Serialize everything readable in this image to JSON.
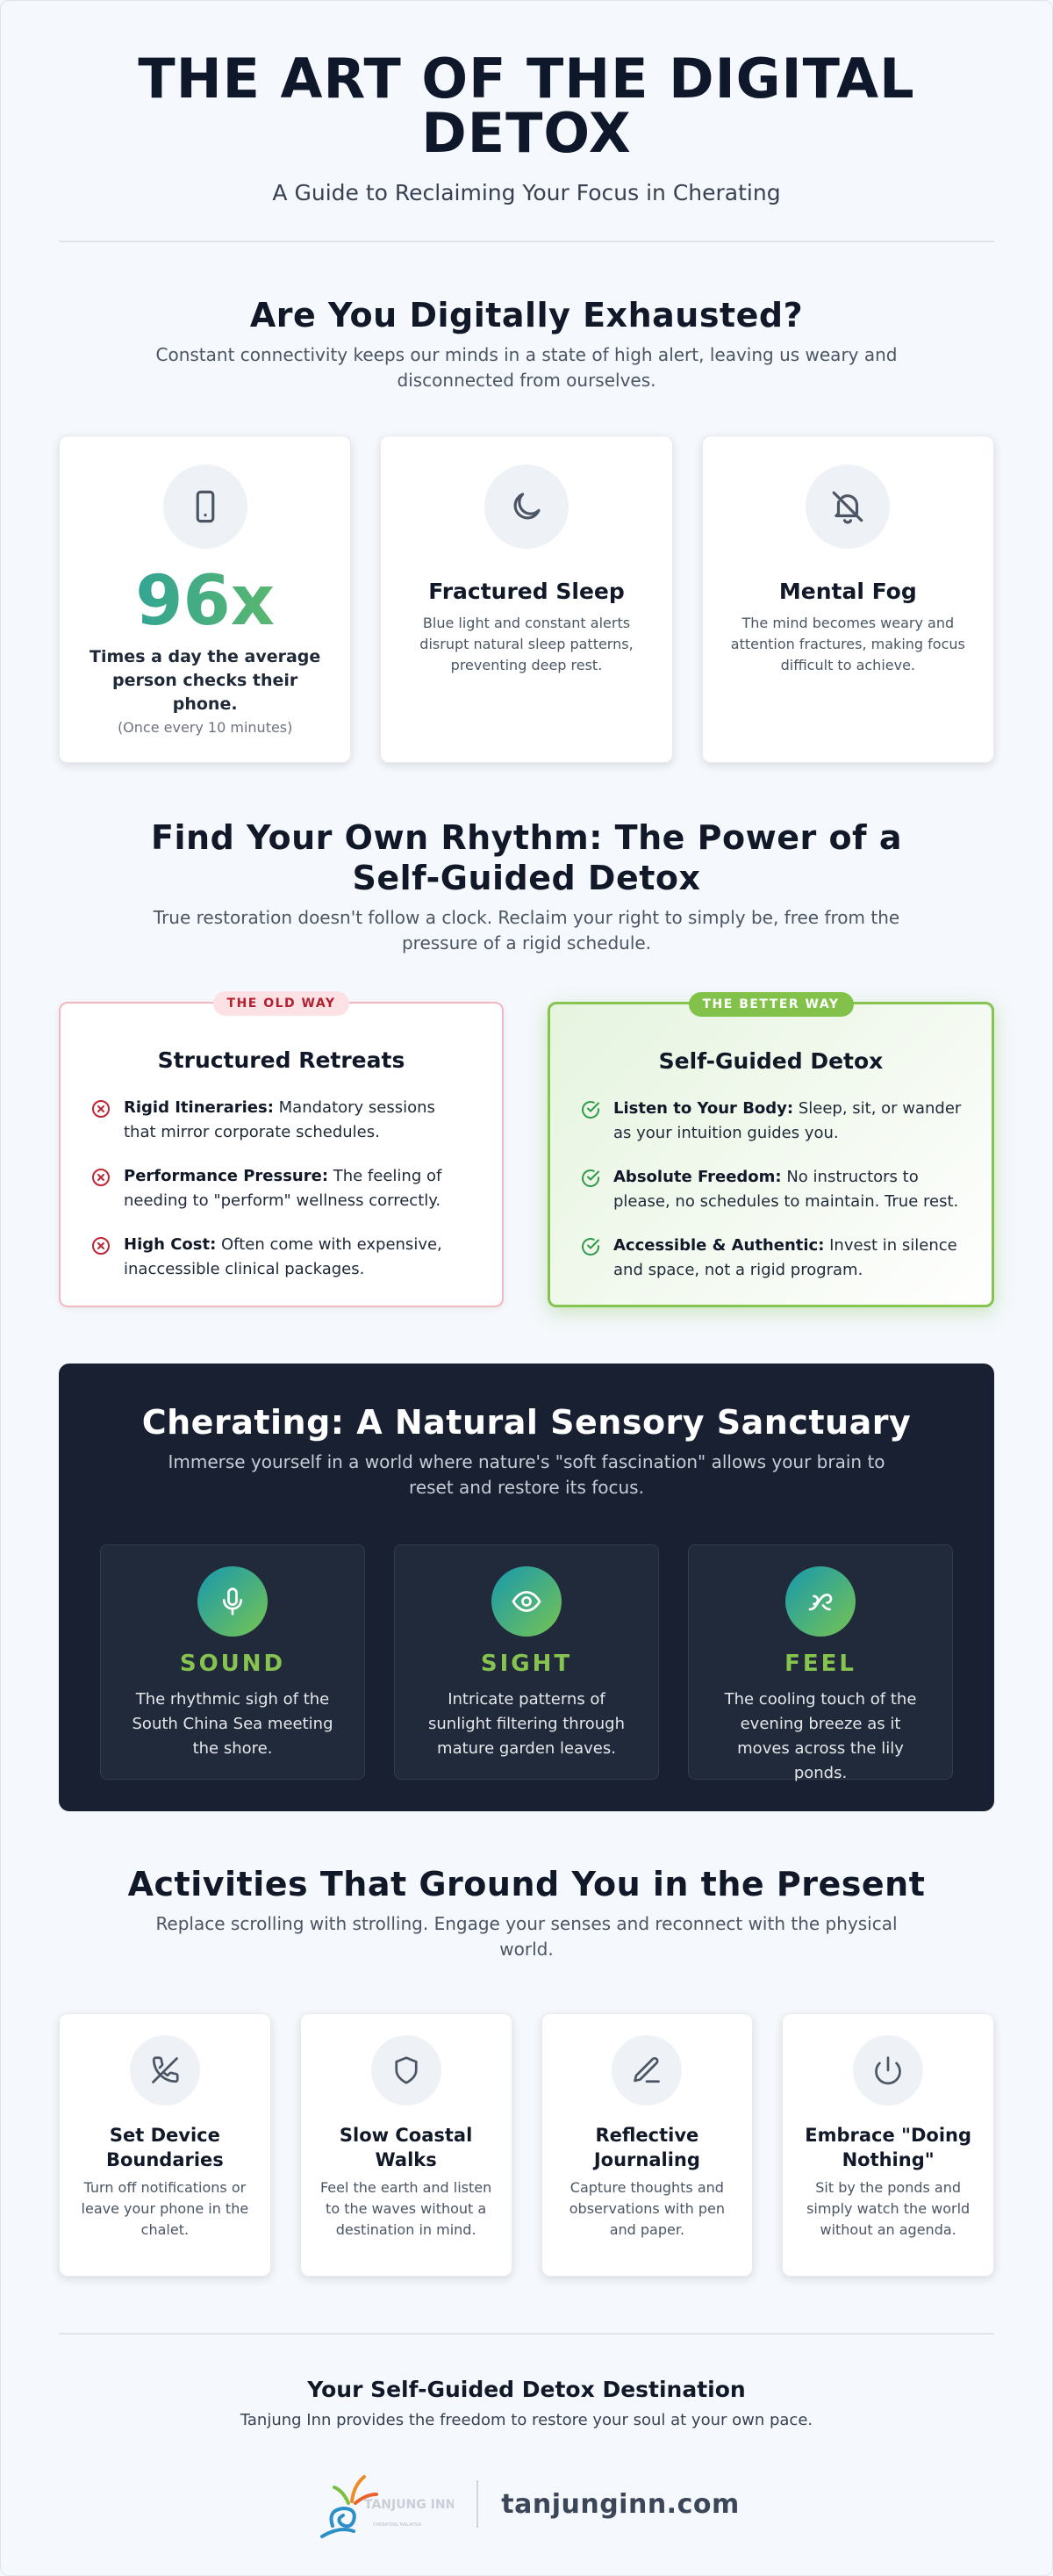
{
  "header": {
    "title": "THE ART OF THE DIGITAL DETOX",
    "subtitle": "A Guide to Reclaiming Your Focus in Cherating"
  },
  "exhausted": {
    "title": "Are You Digitally Exhausted?",
    "description": "Constant connectivity keeps our minds in a state of high alert, leaving us weary and disconnected from ourselves.",
    "cards": [
      {
        "icon": "phone-icon",
        "stat": "96x",
        "label": "Times a day the average person checks their phone.",
        "note": "(Once every 10 minutes)"
      },
      {
        "icon": "moon-icon",
        "title": "Fractured Sleep",
        "text": "Blue light and constant alerts disrupt natural sleep patterns, preventing deep rest."
      },
      {
        "icon": "bell-off-icon",
        "title": "Mental Fog",
        "text": "The mind becomes weary and attention fractures, making focus difficult to achieve."
      }
    ]
  },
  "rhythm": {
    "title": "Find Your Own Rhythm: The Power of a Self-Guided Detox",
    "description": "True restoration doesn't follow a clock. Reclaim your right to simply be, free from the pressure of a rigid schedule.",
    "old": {
      "badge": "THE OLD WAY",
      "title": "Structured Retreats",
      "items": [
        {
          "bold": "Rigid Itineraries:",
          "text": " Mandatory sessions that mirror corporate schedules."
        },
        {
          "bold": "Performance Pressure:",
          "text": " The feeling of needing to \"perform\" wellness correctly."
        },
        {
          "bold": "High Cost:",
          "text": " Often come with expensive, inaccessible clinical packages."
        }
      ]
    },
    "new": {
      "badge": "THE BETTER WAY",
      "title": "Self-Guided Detox",
      "items": [
        {
          "bold": "Listen to Your Body:",
          "text": " Sleep, sit, or wander as your intuition guides you."
        },
        {
          "bold": "Absolute Freedom:",
          "text": " No instructors to please, no schedules to maintain. True rest."
        },
        {
          "bold": "Accessible & Authentic:",
          "text": " Invest in silence and space, not a rigid program."
        }
      ]
    }
  },
  "sanctuary": {
    "title": "Cherating: A Natural Sensory Sanctuary",
    "description": "Immerse yourself in a world where nature's \"soft fascination\" allows your brain to reset and restore its focus.",
    "senses": [
      {
        "icon": "microphone-icon",
        "name": "SOUND",
        "text": "The rhythmic sigh of the South China Sea meeting the shore."
      },
      {
        "icon": "eye-icon",
        "name": "SIGHT",
        "text": "Intricate patterns of sunlight filtering through mature garden leaves."
      },
      {
        "icon": "wind-icon",
        "name": "FEEL",
        "text": "The cooling touch of the evening breeze as it moves across the lily ponds."
      }
    ]
  },
  "activities": {
    "title": "Activities That Ground You in the Present",
    "description": "Replace scrolling with strolling. Engage your senses and reconnect with the physical world.",
    "items": [
      {
        "icon": "phone-off-icon",
        "title": "Set Device Boundaries",
        "text": "Turn off notifications or leave your phone in the chalet."
      },
      {
        "icon": "shield-icon",
        "title": "Slow Coastal Walks",
        "text": "Feel the earth and listen to the waves without a destination in mind."
      },
      {
        "icon": "pen-icon",
        "title": "Reflective Journaling",
        "text": "Capture thoughts and observations with pen and paper."
      },
      {
        "icon": "power-icon",
        "title": "Embrace \"Doing Nothing\"",
        "text": "Sit by the ponds and simply watch the world without an agenda."
      }
    ]
  },
  "footer": {
    "title": "Your Self-Guided Detox Destination",
    "text": "Tanjung Inn provides the freedom to restore your soul at your own pace.",
    "logo_name": "TANJUNG INN",
    "logo_tagline": "CHERATING MALAYSIA",
    "url": "tanjunginn.com"
  },
  "colors": {
    "accent_green": "#86c34f",
    "accent_teal": "#1e9aa8",
    "dark_panel": "#182031",
    "old_red": "#b3202f"
  }
}
